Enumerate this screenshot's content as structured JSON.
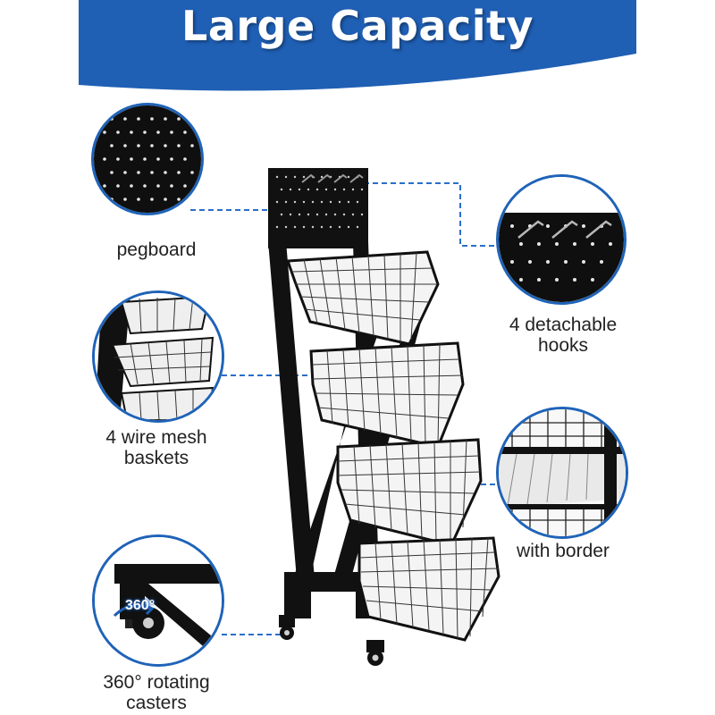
{
  "header": {
    "title": "Large Capacity"
  },
  "callouts": {
    "pegboard": "pegboard",
    "hooks_line1": "4 detachable",
    "hooks_line2": "hooks",
    "baskets_line1": "4 wire mesh",
    "baskets_line2": "baskets",
    "border": "with border",
    "casters_line1": "360° rotating",
    "casters_line2": "casters",
    "badge": "360°"
  },
  "colors": {
    "brand_blue": "#1f5fb4",
    "frame_black": "#111111",
    "circle_border": "#1f63b8"
  }
}
